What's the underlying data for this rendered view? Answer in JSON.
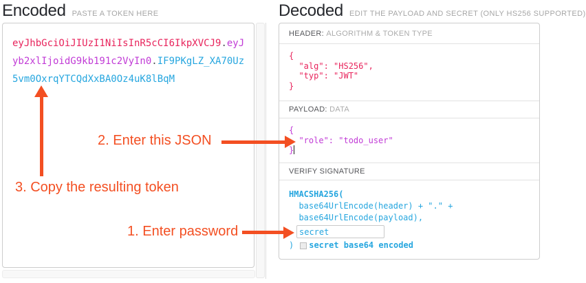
{
  "encoded_panel": {
    "title": "Encoded",
    "subtitle": "PASTE A TOKEN HERE",
    "token": {
      "header_segment": "eyJhbGciOiJIUzI1NiIsInR5cCI6IkpXVCJ9",
      "separator": ".",
      "payload_segment": "eyJyb2xlIjoidG9kb191c2VyIn0",
      "signature_segment": "IF9PKgLZ_XA70Uz5vm0OxrqYTCQdXxBA0Oz4uK8lBqM"
    }
  },
  "decoded_panel": {
    "title": "Decoded",
    "subtitle": "EDIT THE PAYLOAD AND SECRET (ONLY HS256 SUPPORTED)",
    "header_section": {
      "label": "HEADER:",
      "sublabel": "ALGORITHM & TOKEN TYPE",
      "json_lines": [
        "{",
        "  \"alg\": \"HS256\",",
        "  \"typ\": \"JWT\"",
        "}"
      ]
    },
    "payload_section": {
      "label": "PAYLOAD:",
      "sublabel": "DATA",
      "json_lines": [
        "{",
        "  \"role\": \"todo_user\"",
        "}"
      ]
    },
    "signature_section": {
      "label": "VERIFY SIGNATURE",
      "code_line1": "HMACSHA256(",
      "code_line2": "  base64UrlEncode(header) + \".\" +",
      "code_line3": "  base64UrlEncode(payload),",
      "secret_value": "secret",
      "close_paren": ")",
      "checkbox_label": "secret base64 encoded"
    }
  },
  "annotations": {
    "step1": "1. Enter password",
    "step2": "2. Enter this JSON",
    "step3": "3. Copy the resulting token"
  },
  "colors": {
    "token_header": "#e8245c",
    "token_payload": "#c13bd6",
    "token_signature": "#26a6df",
    "annotation": "#f34f22"
  }
}
